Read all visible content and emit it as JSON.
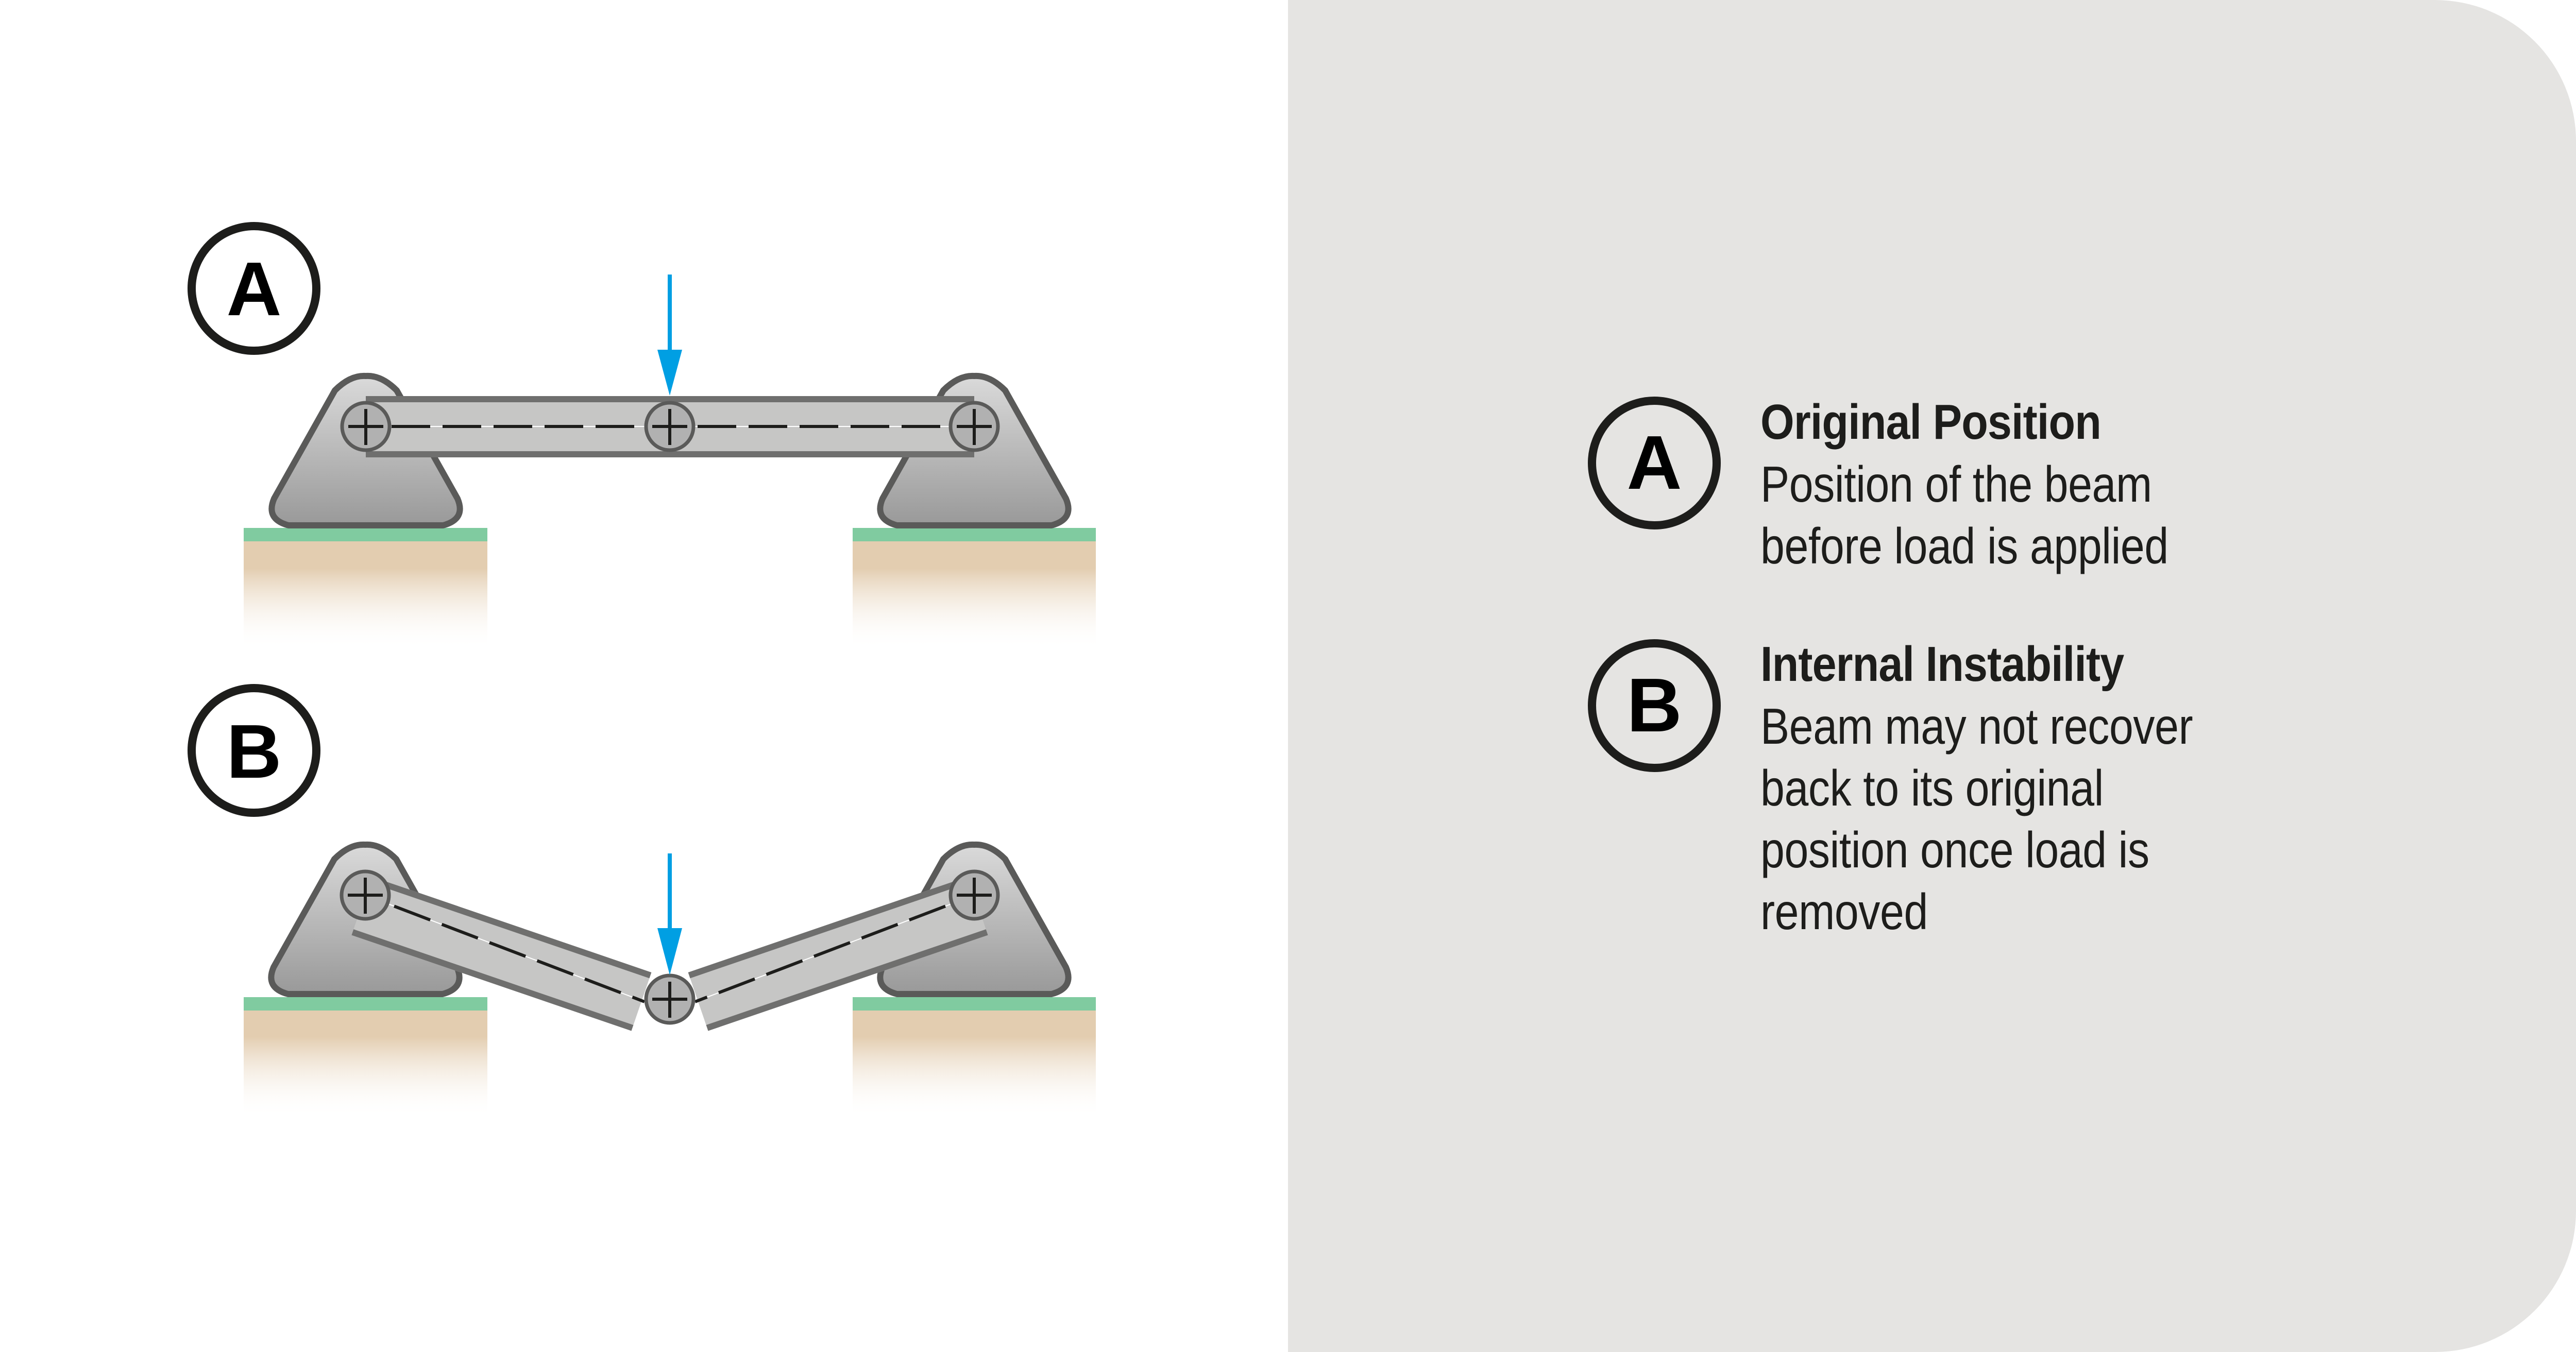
{
  "diagram": {
    "labels": {
      "a": "A",
      "b": "B"
    },
    "colors": {
      "beam_fill": "#c6c6c5",
      "beam_border": "#6f6f6e",
      "support_top": "#dadada",
      "support_bottom": "#999999",
      "support_stroke": "#5a5a59",
      "pin_fill": "#b1b1b1",
      "load_arrow": "#009fe3",
      "ground_top": "#80cba0",
      "ground_soil": "#e3cdb0"
    },
    "icons": {
      "load": "load-arrow-icon",
      "pin": "pin-joint-icon",
      "support": "pin-support-icon",
      "ground": "ground-icon"
    }
  },
  "legend": {
    "items": [
      {
        "badge": "A",
        "title": "Original Position",
        "lines": [
          "Position of the beam",
          "before load is applied"
        ]
      },
      {
        "badge": "B",
        "title": "Internal Instability",
        "lines": [
          "Beam may not recover",
          "back to its original",
          "position once load is",
          "removed"
        ]
      }
    ]
  }
}
